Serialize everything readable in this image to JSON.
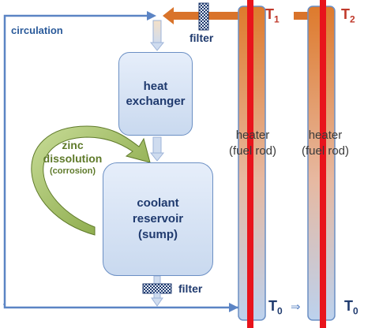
{
  "labels": {
    "circulation": "circulation",
    "filter_top": "filter",
    "filter_bottom": "filter",
    "heat_exchanger": [
      "heat",
      "exchanger"
    ],
    "reservoir": [
      "coolant",
      "reservoir",
      "(sump)"
    ],
    "zinc": [
      "zinc",
      "dissolution",
      "(corrosion)"
    ],
    "heater1": [
      "heater",
      "(fuel rod)"
    ],
    "heater2": [
      "heater",
      "(fuel rod)"
    ],
    "t1": "T",
    "t1_sub": "1",
    "t2": "T",
    "t2_sub": "2",
    "t0_left": "T",
    "t0_left_sub": "0",
    "t0_right": "T",
    "t0_right_sub": "0",
    "mid_arrow": "⇒"
  },
  "colors": {
    "flow_blue": "#5b84c4",
    "hot_orange": "#d9732a",
    "fuel_red": "#e8141c",
    "zinc_green": "#6e8f2e"
  }
}
